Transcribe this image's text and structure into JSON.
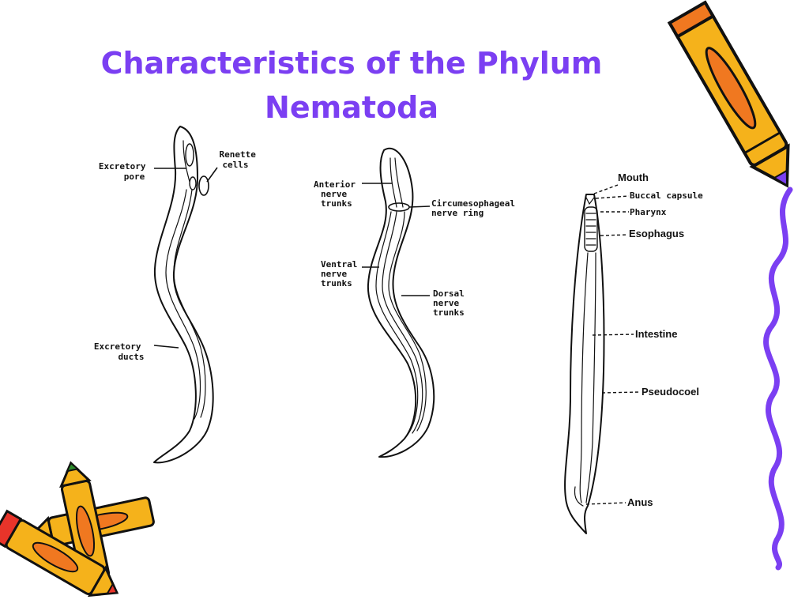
{
  "title": {
    "line1": "Characteristics of the Phylum",
    "line2": "Nematoda"
  },
  "figure1": {
    "excretory_pore": [
      "Excretory",
      "pore"
    ],
    "renette_cells": [
      "Renette",
      "cells"
    ],
    "excretory_ducts": [
      "Excretory",
      "ducts"
    ]
  },
  "figure2": {
    "anterior_nerve_trunks": [
      "Anterior",
      "nerve",
      "trunks"
    ],
    "circumesophageal_nerve_ring": [
      "Circumesophageal",
      "nerve ring"
    ],
    "ventral_nerve_trunks": [
      "Ventral",
      "nerve",
      "trunks"
    ],
    "dorsal_nerve_trunks": [
      "Dorsal",
      "nerve",
      "trunks"
    ]
  },
  "figure3": {
    "mouth": "Mouth",
    "buccal_capsule": "Buccal capsule",
    "pharynx": "Pharynx",
    "esophagus": "Esophagus",
    "intestine": "Intestine",
    "pseudocoel": "Pseudocoel",
    "anus": "Anus"
  },
  "colors": {
    "title": "#7b3ff2",
    "squiggle": "#7b3ff2",
    "crayon_body": "#f5b21b",
    "crayon_outline": "#111111"
  },
  "icons": [
    "crayon-icon",
    "crayon-icon",
    "crayon-icon",
    "crayon-icon",
    "squiggle-decoration"
  ]
}
